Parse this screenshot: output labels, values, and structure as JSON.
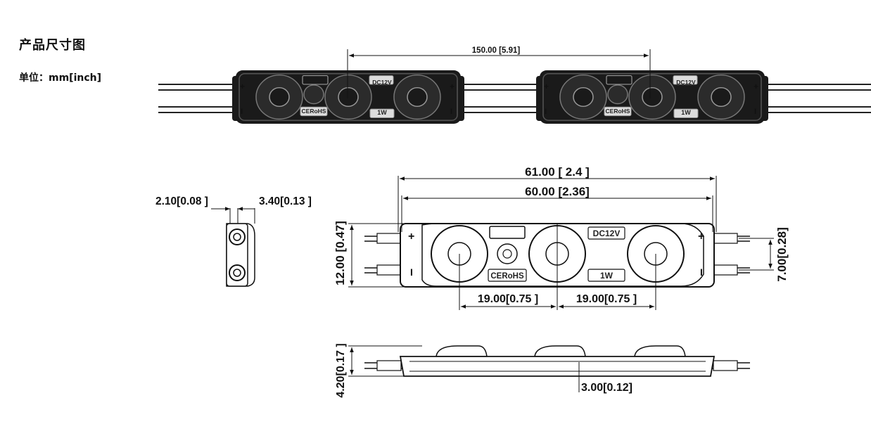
{
  "title": "产品尺寸图",
  "unit": {
    "label": "单位：",
    "value": "mm[inch]"
  },
  "module_marks": {
    "plus": "+",
    "minus": "I",
    "voltage": "DC12V",
    "power": "1W",
    "cert": "CERoHS"
  },
  "dimensions": {
    "pitch": "150.00 [5.91]",
    "total_length": "61.00 [ 2.4 ]",
    "body_length": "60.00  [2.36]",
    "height": "12.00 [0.47]",
    "wire_spacing": "7.00[0.28]",
    "lens_pitch_left": "19.00[0.75 ]",
    "lens_pitch_right": "19.00[0.75 ]",
    "side_a": "2.10[0.08 ]",
    "side_b": "3.40[0.13 ]",
    "thickness": "4.20[0.17 ]",
    "base_thickness": "3.00[0.12]"
  },
  "colors": {
    "body": "#1a1a1a",
    "line": "#222222",
    "lens": "#2b2b2b"
  }
}
